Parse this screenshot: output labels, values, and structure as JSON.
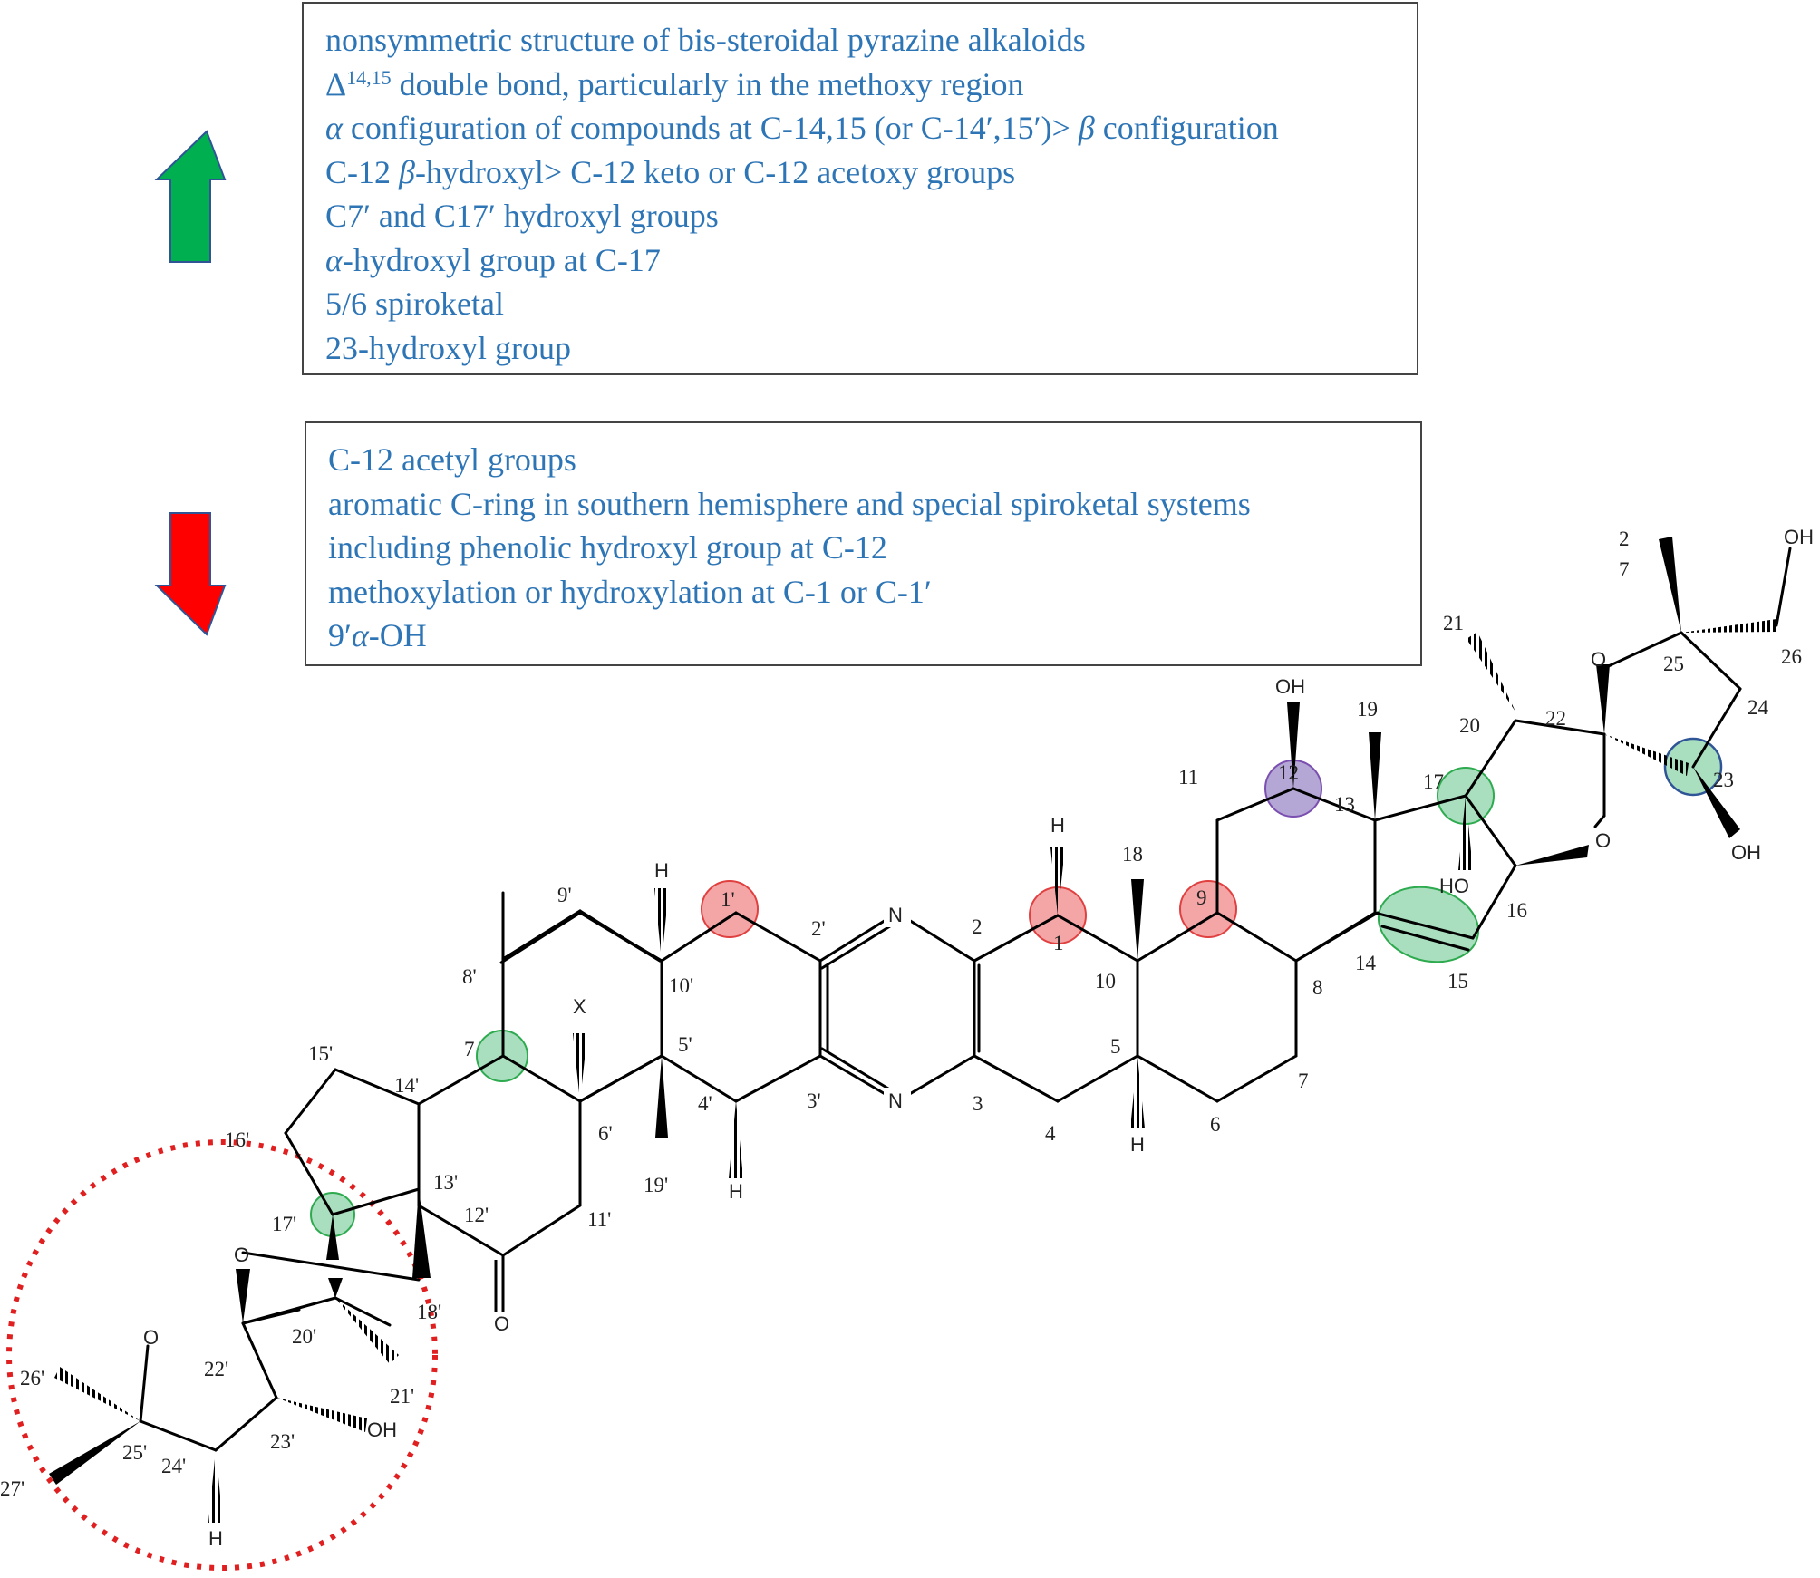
{
  "box_up": {
    "line1": "nonsymmetric structure of bis-steroidal pyrazine alkaloids",
    "line2_delta": "Δ",
    "line2_sup": "14,15",
    "line2_rest": " double bond, particularly in the methoxy region",
    "line3_a": "α",
    "line3_b": " configuration of compounds at C-14,15 (or C-14′,15′)> ",
    "line3_c": "β",
    "line3_d": " configuration",
    "line4_a": "C-12 ",
    "line4_b": "β",
    "line4_c": "-hydroxyl> C-12 keto or C-12 acetoxy groups",
    "line5": "C7′ and C17′ hydroxyl groups",
    "line6_a": "α",
    "line6_b": "-hydroxyl group at C-17",
    "line7": "5/6 spiroketal",
    "line8": "23-hydroxyl group"
  },
  "box_down": {
    "line1": "C-12 acetyl groups",
    "line2": "aromatic C-ring in southern hemisphere and special spiroketal systems",
    "line3": "including phenolic hydroxyl group at C-12",
    "line4": "methoxylation or hydroxylation at C-1 or C-1′",
    "line5_a": "9′",
    "line5_b": "α",
    "line5_c": "-OH"
  },
  "colors": {
    "text_blue": "#2E75B6",
    "arrow_up": "#00B050",
    "arrow_down": "#FF0000",
    "highlight_red": "#F4A6A6",
    "highlight_green": "#A9DFBF",
    "highlight_purple": "#B4A7D6",
    "highlight_blue_outline": "#2F5597",
    "dotted_circle": "#E02020"
  },
  "atoms": {
    "N_top": "N",
    "N_bottom": "N",
    "OH_12": "OH",
    "OH_17": "HO",
    "OH_23": "OH",
    "OH_26": "OH",
    "OH_23p": "OH",
    "O_ring_e": "O",
    "O_ring_f": "O",
    "O_ring_ep": "O",
    "O_ring_fp": "O",
    "O_keto": "O",
    "H_1": "H",
    "H_10p": "H",
    "H_5": "H",
    "H_4p": "H",
    "H_24p": "H",
    "X": "X"
  },
  "labels": {
    "l1": "1",
    "l2": "2",
    "l3": "3",
    "l4": "4",
    "l5": "5",
    "l6": "6",
    "l7": "7",
    "l8": "8",
    "l9": "9",
    "l10": "10",
    "l11": "11",
    "l12": "12",
    "l13": "13",
    "l14": "14",
    "l15": "15",
    "l16": "16",
    "l17": "17",
    "l18": "18",
    "l19": "19",
    "l20": "20",
    "l21": "21",
    "l22": "22",
    "l23": "23",
    "l24": "24",
    "l25": "25",
    "l26": "26",
    "l27a": "2",
    "l27b": "7",
    "p1": "1'",
    "p2": "2'",
    "p3": "3'",
    "p4": "4'",
    "p5": "5'",
    "p6": "6'",
    "p7": "7",
    "p8": "8'",
    "p9": "9'",
    "p10": "10'",
    "p11": "11'",
    "p12": "12'",
    "p13": "13'",
    "p14": "14'",
    "p15": "15'",
    "p16": "16'",
    "p17": "17'",
    "p18": "18'",
    "p19": "19'",
    "p20": "20'",
    "p21": "21'",
    "p22": "22'",
    "p23": "23'",
    "p24": "24'",
    "p25": "25'",
    "p26": "26'",
    "p27": "27'"
  }
}
